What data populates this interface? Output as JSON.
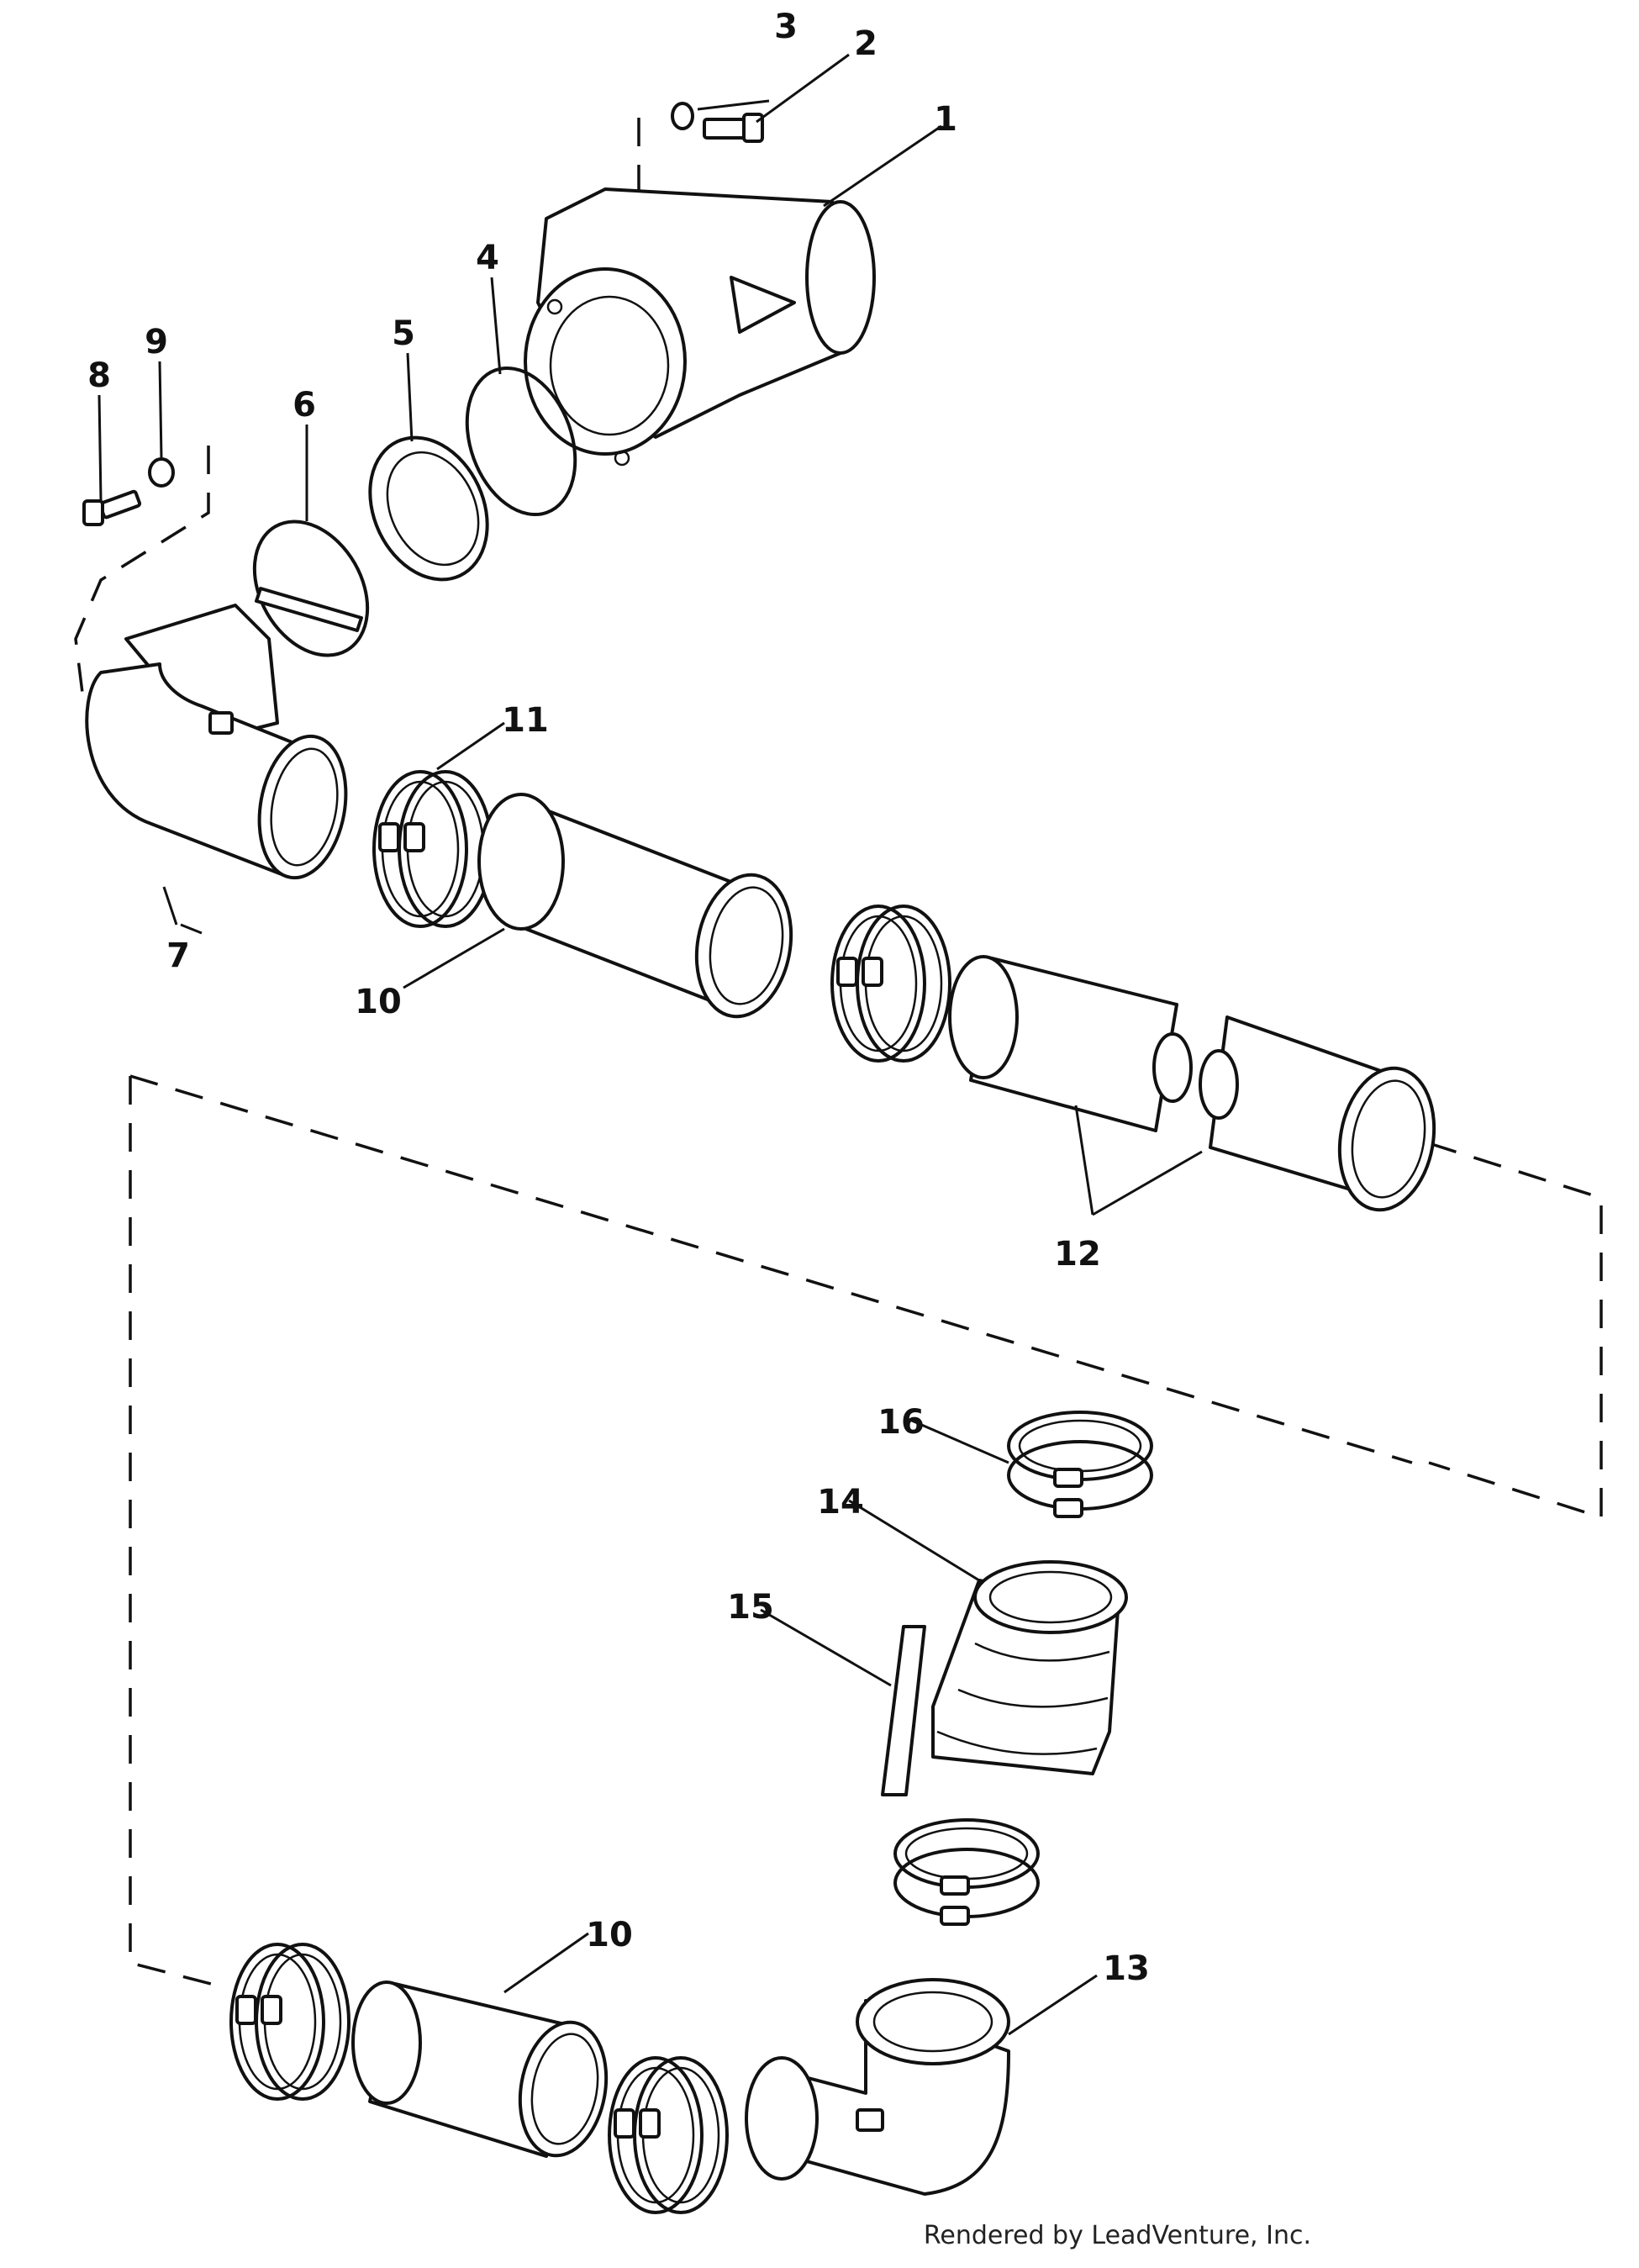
{
  "diagram": {
    "callouts": [
      "1",
      "2",
      "3",
      "4",
      "5",
      "6",
      "7",
      "8",
      "9",
      "10",
      "11",
      "12",
      "13",
      "14",
      "15",
      "16",
      "10"
    ]
  },
  "footer": {
    "credit": "Rendered by LeadVenture, Inc."
  }
}
